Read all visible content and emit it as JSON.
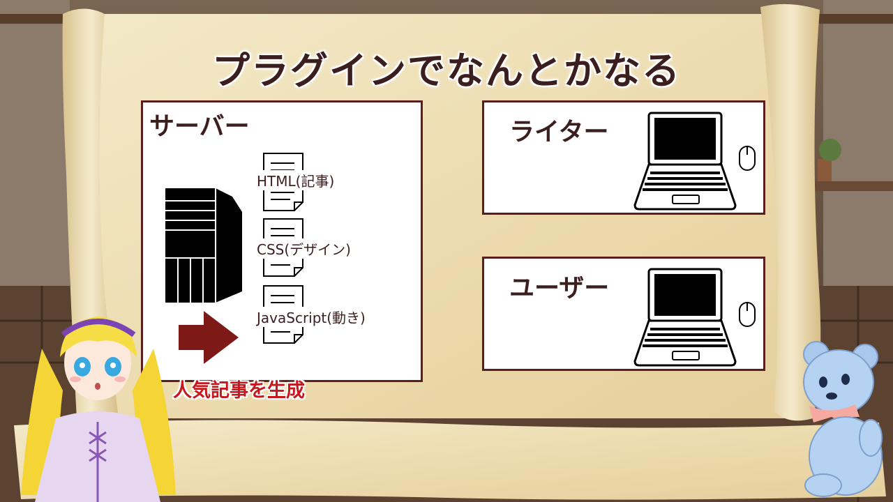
{
  "slide": {
    "title": "プラグインでなんとかなる"
  },
  "server_panel": {
    "label": "サーバー",
    "documents": [
      {
        "label": "HTML(記事)"
      },
      {
        "label": "CSS(デザイン)"
      },
      {
        "label": "JavaScript(動き)"
      }
    ],
    "output_caption": "人気記事を生成"
  },
  "writer_panel": {
    "label": "ライター"
  },
  "user_panel": {
    "label": "ユーザー"
  },
  "colors": {
    "panel_border": "#5a1e1e",
    "arrow": "#7d1a18",
    "caption": "#c8161d",
    "title_text": "#3b1e1e",
    "parchment": "#efe3c0"
  },
  "icons": [
    "server-tower-icon",
    "document-icon",
    "arrow-right-icon",
    "laptop-icon",
    "mouse-icon",
    "girl-character-icon",
    "teddy-bear-icon"
  ]
}
